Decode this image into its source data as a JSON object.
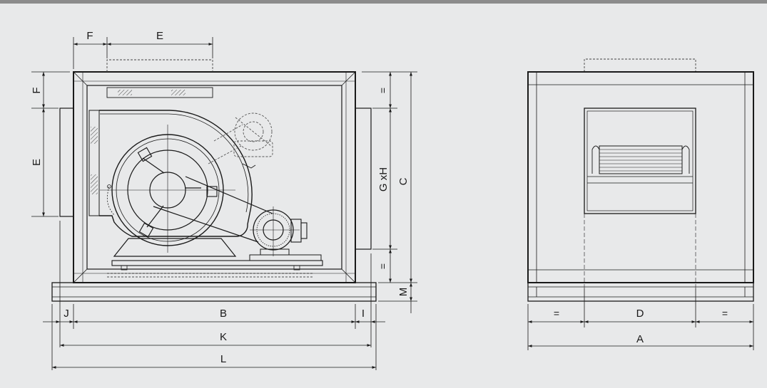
{
  "colors": {
    "background": "#e8e9ea",
    "top_rule": "#8c8c8c",
    "line": "#1a1a1a",
    "hidden_line": "#555555"
  },
  "side_view": {
    "labels": {
      "F_top": "F",
      "E_top": "E",
      "F_left": "F",
      "E_left": "E",
      "eq_upper": "=",
      "GxH": "G xH",
      "C": "C",
      "eq_lower": "=",
      "M": "M",
      "J": "J",
      "B": "B",
      "I": "I",
      "K": "K",
      "L": "L"
    }
  },
  "front_view": {
    "labels": {
      "eq_left": "=",
      "D": "D",
      "eq_right": "=",
      "A": "A"
    }
  }
}
